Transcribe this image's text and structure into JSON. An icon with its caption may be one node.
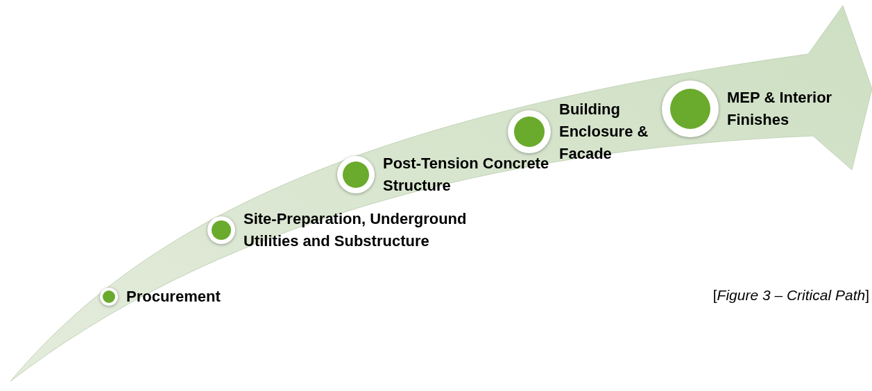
{
  "diagram": {
    "caption": "[*Figure 3 – Critical Path*]",
    "nodes": [
      {
        "text": [
          "Procurement"
        ]
      },
      {
        "text": [
          "Site-Preparation, Underground Utilities and Substructure"
        ]
      },
      {
        "text": [
          "Post-Tension Concrete Structure"
        ]
      },
      {
        "text": [
          "Building Enclosure & Facade"
        ]
      },
      {
        "text": [
          "MEP & Interior Finishes"
        ]
      }
    ]
  }
}
